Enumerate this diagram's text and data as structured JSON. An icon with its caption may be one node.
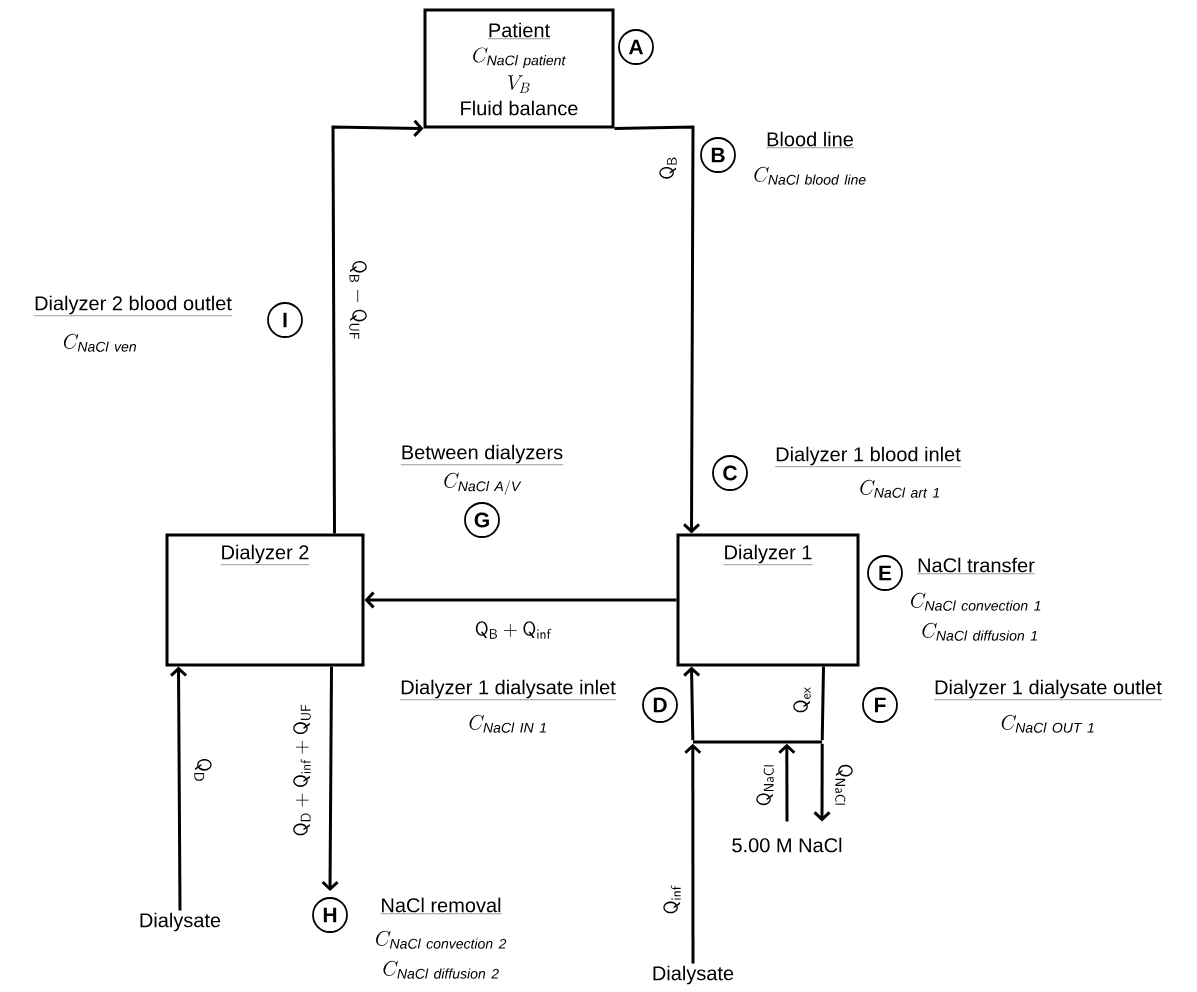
{
  "diagram": {
    "nodes": [
      {
        "text": [
          "Patient",
          "C_{\\mathit{NaCl\\ patient}}",
          "V_{B}",
          "Fluid balance"
        ]
      },
      {
        "text": [
          "A"
        ]
      },
      {
        "text": [
          "B"
        ],
        "beside": [
          "Blood line",
          "C_{\\mathit{NaCl\\ blood\\ line}}"
        ]
      },
      {
        "text": [
          "I"
        ],
        "beside": [
          "Dialyzer 2 blood outlet",
          "C_{\\mathit{NaCl\\ ven}}"
        ]
      },
      {
        "text": [
          "C"
        ],
        "beside": [
          "Dialyzer 1 blood inlet",
          "C_{\\mathit{NaCl\\ art\\ 1}}"
        ]
      },
      {
        "text": [
          "G"
        ],
        "beside": [
          "Between dialyzers",
          "C_{\\mathit{NaCl\\ A/V}}"
        ]
      },
      {
        "text": [
          "Dialyzer 2"
        ]
      },
      {
        "text": [
          "Dialyzer 1"
        ]
      },
      {
        "text": [
          "E"
        ],
        "beside": [
          "NaCl transfer",
          "C_{\\mathit{NaCl\\ convection\\ 1}}",
          "C_{\\mathit{NaCl\\ diffusion\\ 1}}"
        ]
      },
      {
        "text": [
          "D"
        ],
        "beside": [
          "Dialyzer 1 dialysate inlet",
          "C_{\\mathit{NaCl\\ IN\\ 1}}"
        ]
      },
      {
        "text": [
          "F"
        ],
        "beside": [
          "Dialyzer 1 dialysate outlet",
          "C_{\\mathit{NaCl\\ OUT\\ 1}}"
        ]
      },
      {
        "text": [],
        "shape": "bar"
      },
      {
        "text": [
          "5.00 M NaCl"
        ]
      },
      {
        "text": [
          "Dialysate"
        ]
      },
      {
        "text": [
          "H"
        ],
        "beside": [
          "NaCl removal",
          "C_{\\mathit{NaCl\\ convection\\ 2}}",
          "C_{\\mathit{NaCl\\ diffusion\\ 2}}"
        ]
      },
      {
        "text": [
          "Dialysate"
        ]
      }
    ],
    "edges": [
      {
        "from": 0,
        "to": 7,
        "arrow": "to",
        "label": "\\mathsf{Q}_{\\mathsf{B}}"
      },
      {
        "from": 7,
        "to": 6,
        "arrow": "to",
        "label": "\\mathsf{Q}_{\\mathsf{B}} + \\mathsf{Q}_{\\mathsf{inf}}"
      },
      {
        "from": 6,
        "to": 0,
        "arrow": "to",
        "label": "\\mathsf{Q}_{\\mathsf{B}} - \\mathsf{Q}_{\\mathsf{UF}}"
      },
      {
        "from": 13,
        "to": 6,
        "arrow": "to",
        "label": "\\mathsf{Q}_{\\mathsf{D}}"
      },
      {
        "from": 6,
        "to": 14,
        "arrow": "to",
        "label": "\\mathsf{Q}_{\\mathsf{D}} + \\mathsf{Q}_{\\mathsf{inf}} + \\mathsf{Q}_{\\mathsf{UF}}"
      },
      {
        "from": 15,
        "to": 11,
        "arrow": "to",
        "label": "\\mathsf{Q}_{\\mathsf{inf}}"
      },
      {
        "from": 11,
        "to": 7,
        "arrow": "to"
      },
      {
        "from": 7,
        "to": 11,
        "arrow": "none",
        "label": "\\mathsf{Q}_{\\mathsf{ex}}"
      },
      {
        "from": 12,
        "to": 11,
        "arrow": "to",
        "label": "\\mathsf{Q}_{\\mathsf{NaCl}}"
      },
      {
        "from": 11,
        "to": 12,
        "arrow": "to",
        "label": "\\mathsf{Q}_{\\mathsf{NaCl}}"
      }
    ]
  }
}
